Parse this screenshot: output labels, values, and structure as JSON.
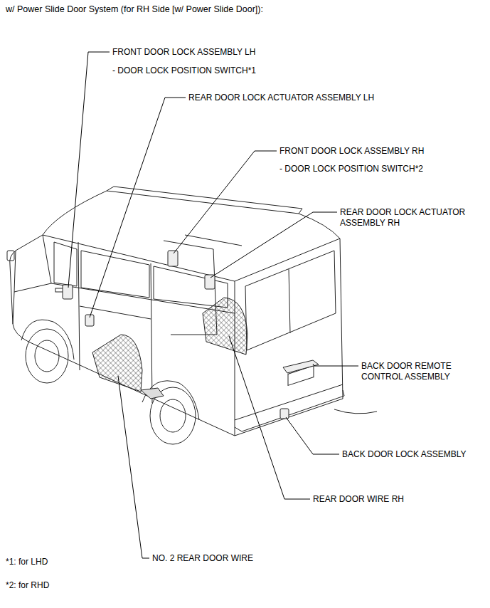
{
  "diagram": {
    "title": "w/ Power Slide Door System (for RH Side [w/ Power Slide Door]):",
    "labels": [
      "FRONT DOOR LOCK ASSEMBLY LH",
      "- DOOR LOCK POSITION SWITCH*1",
      "REAR DOOR LOCK ACTUATOR ASSEMBLY LH",
      "FRONT DOOR LOCK ASSEMBLY RH",
      "- DOOR LOCK POSITION SWITCH*2",
      "REAR DOOR LOCK ACTUATOR ASSEMBLY RH",
      "BACK DOOR REMOTE CONTROL ASSEMBLY",
      "BACK DOOR LOCK ASSEMBLY",
      "REAR DOOR WIRE RH",
      "NO. 2 REAR DOOR WIRE",
      "*1: for LHD",
      "*2: for RHD"
    ]
  }
}
